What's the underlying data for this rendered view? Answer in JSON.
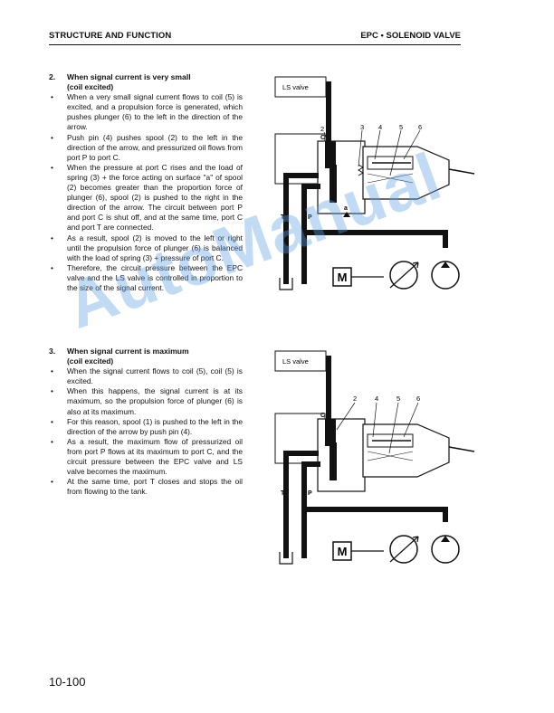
{
  "header": {
    "left": "STRUCTURE AND FUNCTION",
    "right": "EPC • SOLENOID VALVE"
  },
  "section2": {
    "number": "2.",
    "title": "When signal current is very small",
    "subtitle": "(coil excited)",
    "bullets": [
      "When a very small signal current flows to coil (5) is excited, and a propulsion force is generated, which pushes plunger (6) to the left in the direction of the arrow.",
      "Push pin (4) pushes spool (2) to the left in the direction of the arrow, and pressurized oil flows from port P to port C.",
      "When the pressure at port C rises and the load of spring (3) + the force acting on surface \"a\" of spool (2) becomes greater than the proportion force of plunger (6), spool (2) is pushed to the right in the direction of the arrow. The circuit between port P and port C is shut off, and at the same time, port C and port T are connected.",
      "As a result, spool (2) is moved to the left or right until the propulsion force of plunger (6) is balanced with the load of spring (3) + pressure of port C.",
      "Therefore, the circuit pressure between the EPC valve and the LS valve is controlled in proportion to the size of the signal current."
    ]
  },
  "section3": {
    "number": "3.",
    "title": "When signal current is maximum",
    "subtitle": "(coil excited)",
    "bullets": [
      "When the signal current flows to coil (5), coil (5) is excited.",
      "When this happens, the signal current is at its maximum, so the propulsion force of plunger (6) is also at its maximum.",
      "For this reason, spool (1) is pushed to the left in the direction of the arrow by push pin (4).",
      "As a result, the maximum flow of pressurized oil from port P flows at its maximum to port C, and the circuit pressure between the EPC valve and LS valve becomes the maximum.",
      "At the same time, port T closes and stops the oil from flowing to the tank."
    ]
  },
  "diagram1": {
    "box_label": "LS valve",
    "numbers": [
      "2",
      "3",
      "4",
      "5",
      "6"
    ],
    "port_c": "C",
    "port_t": "T",
    "port_p": "P",
    "label_a": "a",
    "motor_label": "M"
  },
  "diagram2": {
    "box_label": "LS valve",
    "numbers": [
      "2",
      "4",
      "5",
      "6"
    ],
    "port_c": "C",
    "port_t": "T",
    "port_p": "P",
    "motor_label": "M"
  },
  "page_number": "10-100",
  "watermark": "AutoManual"
}
